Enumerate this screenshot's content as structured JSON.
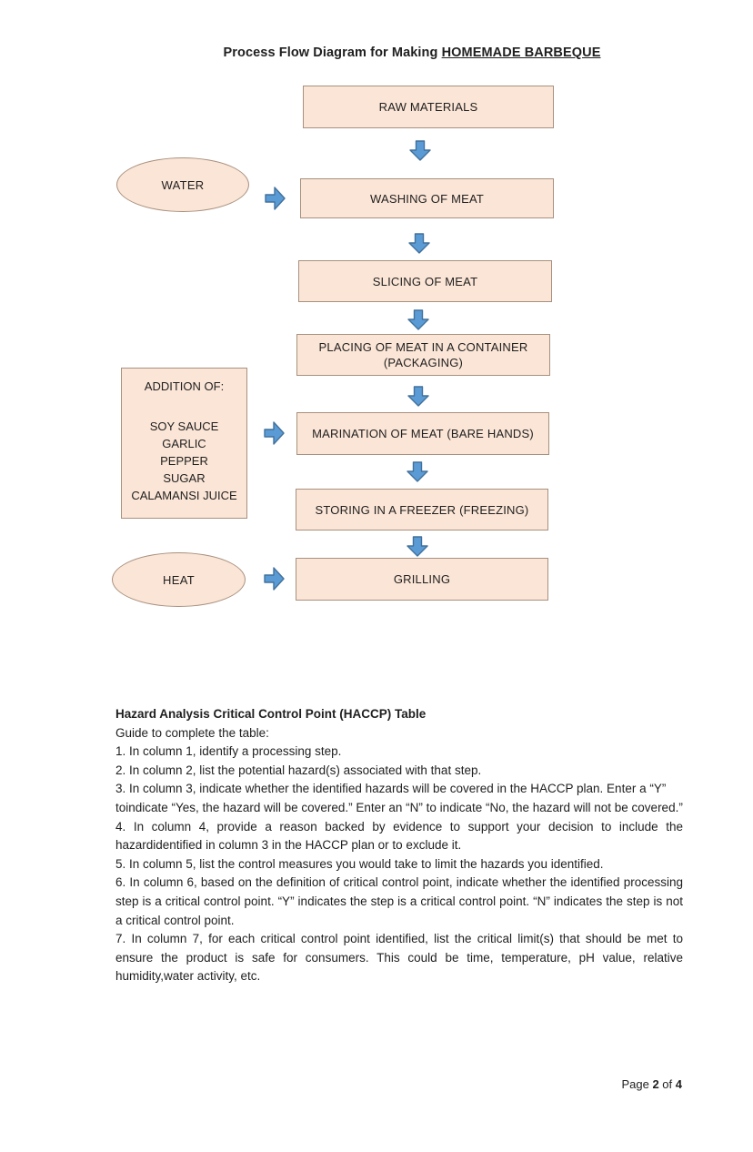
{
  "page": {
    "title_prefix": "Process Flow Diagram for Making ",
    "title_emphasis": "HOMEMADE BARBEQUE",
    "footer": {
      "word_page": "Page",
      "page_number": "2",
      "word_of": "of",
      "total_pages": "4"
    }
  },
  "flow": {
    "steps": [
      {
        "label": "RAW MATERIALS"
      },
      {
        "label": "WASHING OF MEAT"
      },
      {
        "label": "SLICING OF MEAT"
      },
      {
        "label_line1": "PLACING OF MEAT IN A CONTAINER",
        "label_line2": "(PACKAGING)"
      },
      {
        "label": "MARINATION OF MEAT (BARE HANDS)"
      },
      {
        "label": "STORING IN A FREEZER (FREEZING)"
      },
      {
        "label": "GRILLING"
      }
    ],
    "inputs": {
      "water": "WATER",
      "heat": "HEAT",
      "addition": {
        "heading": "ADDITION OF:",
        "items": [
          "SOY SAUCE",
          "GARLIC",
          "PEPPER",
          "SUGAR",
          "CALAMANSI JUICE"
        ]
      }
    },
    "colors": {
      "box_fill": "#fbe5d6",
      "box_border": "#a8907e",
      "arrow_fill": "#5b9bd5",
      "arrow_border": "#41719c"
    }
  },
  "haccp_guide": {
    "heading": "Hazard Analysis Critical Control Point (HACCP) Table",
    "intro": "Guide to complete the table:",
    "items": [
      {
        "text": "1. In column 1, identify a processing step."
      },
      {
        "text": "2. In column 2, list the potential hazard(s) associated with that step."
      },
      {
        "text": "3. In column 3, indicate whether the identified hazards will be covered in the HACCP plan. Enter a “Y” toindicate “Yes, the hazard will be covered.” Enter an “N” to indicate “No, the hazard will not be covered.”"
      },
      {
        "text": "4. In column 4, provide a reason backed by evidence to support your decision to include the hazardidentified in column 3 in the HACCP plan or to exclude it."
      },
      {
        "text": "5. In column 5, list the control measures you would take to limit the hazards you identified."
      },
      {
        "text": "6. In column 6, based on the definition of critical control point, indicate whether the identified processing step is a critical control point. “Y” indicates the step is a critical control point. “N” indicates the step is not a critical control point."
      },
      {
        "text": "7. In column 7, for each critical control point identified, list the critical limit(s) that should be met to ensure the product is safe for consumers. This could be time, temperature, pH value, relative humidity,water activity, etc."
      }
    ]
  }
}
